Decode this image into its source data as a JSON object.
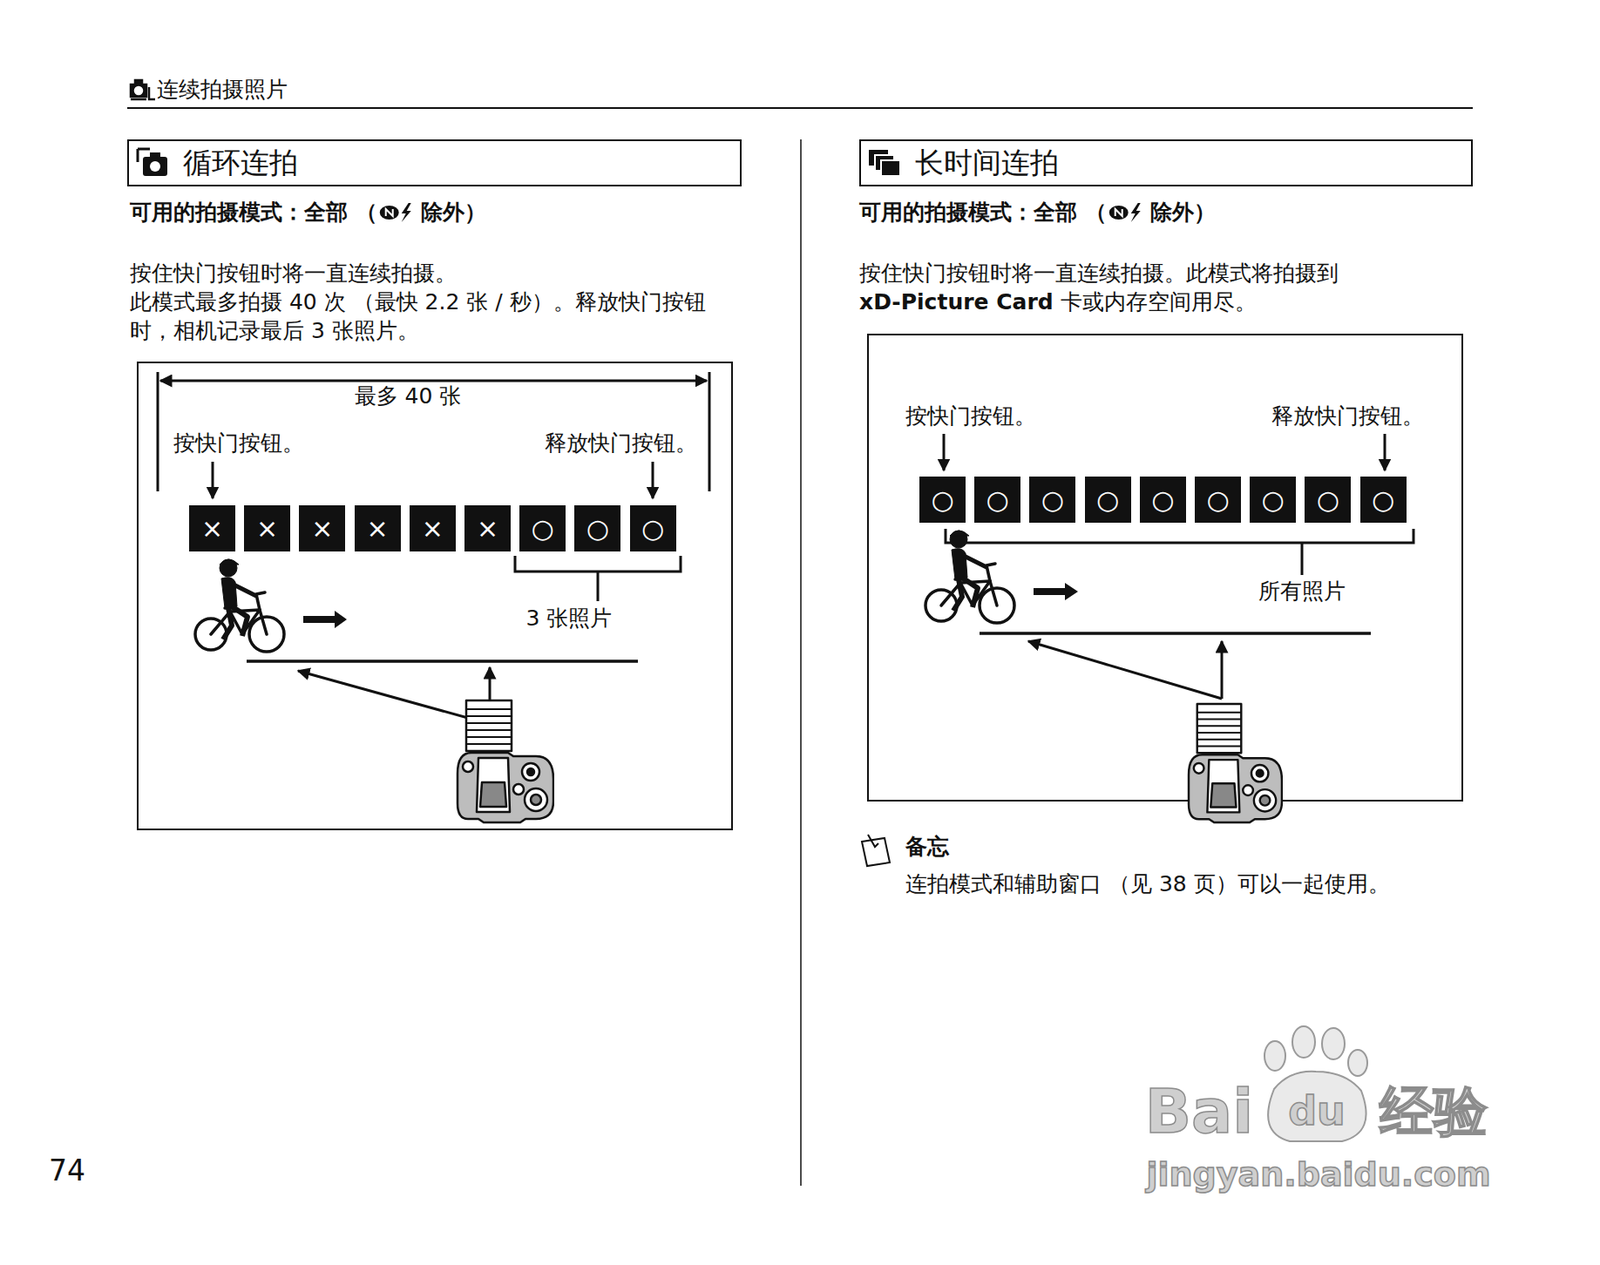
{
  "diagram": {
    "title": "循环连拍",
    "nodes": [
      {
        "text": [
          "循环连拍"
        ]
      },
      {
        "text": [
          "×"
        ]
      },
      {
        "text": [
          "×"
        ]
      },
      {
        "text": [
          "×"
        ]
      },
      {
        "text": [
          "×"
        ]
      },
      {
        "text": [
          "×"
        ]
      },
      {
        "text": [
          "×"
        ]
      },
      {
        "text": [
          "○"
        ]
      },
      {
        "text": [
          "○"
        ]
      },
      {
        "text": [
          "○"
        ]
      },
      {
        "text": [
          "长时间连拍"
        ]
      },
      {
        "text": [
          "○"
        ]
      },
      {
        "text": [
          "○"
        ]
      },
      {
        "text": [
          "○"
        ]
      },
      {
        "text": [
          "○"
        ]
      },
      {
        "text": [
          "○"
        ]
      },
      {
        "text": [
          "○"
        ]
      },
      {
        "text": [
          "○"
        ]
      },
      {
        "text": [
          "○"
        ]
      },
      {
        "text": [
          "○"
        ]
      }
    ],
    "labels": [
      "连续拍摄照片",
      "可用的拍摄模式：全部 （",
      "除外）",
      "按住快门按钮时将一直连续拍摄。",
      "此模式最多拍摄 40 次 （最快 2.2 张 / 秒）。释放快门按钮时，相机记录最后 3 张照片。",
      "最多 40 张",
      "按快门按钮。",
      "释放快门按钮。",
      "3 张照片",
      "可用的拍摄模式：全部 （",
      "除外）",
      "按住快门按钮时将一直连续拍摄。此模式将拍摄到",
      "xD-Picture Card",
      "卡或内存空间用尽。",
      "按快门按钮。",
      "释放快门按钮。",
      "所有照片",
      "备忘",
      "连拍模式和辅助窗口 （见 38 页）可以一起使用。",
      "74",
      "Bai",
      "du",
      "经验",
      "jingyan.baidu.com"
    ]
  }
}
